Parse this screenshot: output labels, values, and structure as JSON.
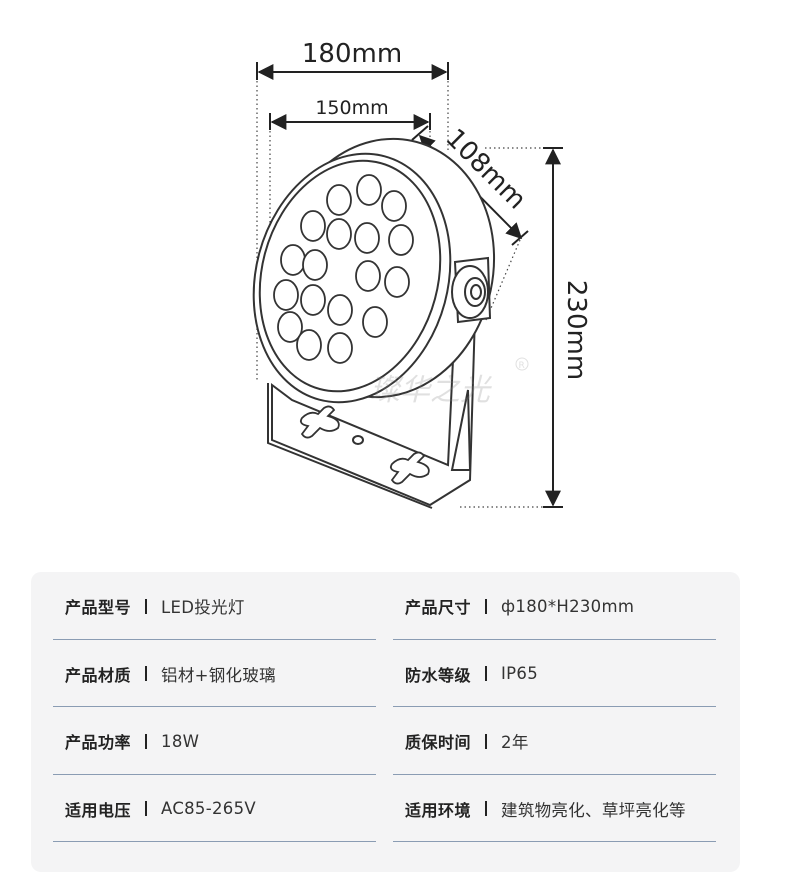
{
  "dimensions": {
    "width_outer": "180mm",
    "width_inner": "150mm",
    "depth": "108mm",
    "height": "230mm"
  },
  "specs_left": [
    {
      "label": "产品型号",
      "value": "LED投光灯"
    },
    {
      "label": "产品材质",
      "value": "铝材+钢化玻璃"
    },
    {
      "label": "产品功率",
      "value": "18W"
    },
    {
      "label": "适用电压",
      "value": "AC85-265V"
    }
  ],
  "specs_right": [
    {
      "label": "产品尺寸",
      "value": "ф180*H230mm"
    },
    {
      "label": "防水等级",
      "value": "IP65"
    },
    {
      "label": "质保时间",
      "value": "2年"
    },
    {
      "label": "适用环境",
      "value": "建筑物亮化、草坪亮化等"
    }
  ],
  "colors": {
    "card_bg": "#f4f4f5",
    "divider": "#8a9cb3",
    "line": "#333333"
  }
}
